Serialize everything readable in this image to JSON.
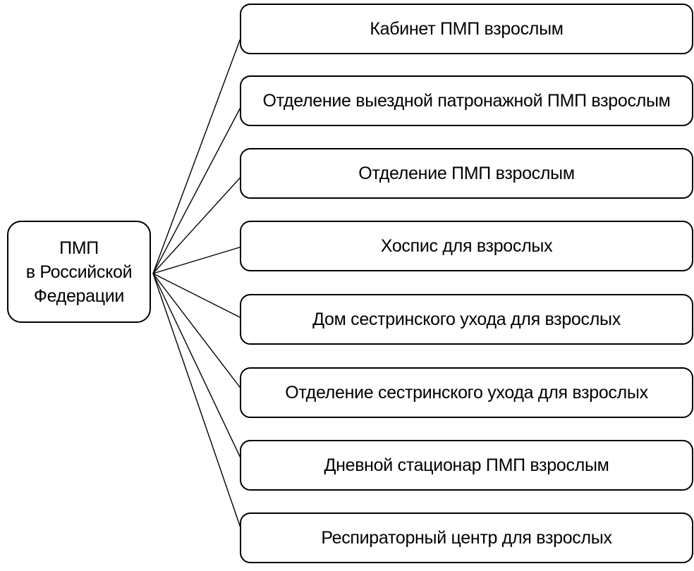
{
  "colors": {
    "background": "#ffffff",
    "box_fill": "#ffffff",
    "box_border": "#000000",
    "connector": "#000000",
    "text": "#000000"
  },
  "diagram": {
    "root": {
      "lines": [
        "ПМП",
        "в Российской",
        "Федерации"
      ]
    },
    "branches": [
      {
        "label": "Кабинет ПМП взрослым"
      },
      {
        "label": "Отделение выездной патронажной ПМП взрослым"
      },
      {
        "label": "Отделение ПМП взрослым"
      },
      {
        "label": "Хоспис для взрослых"
      },
      {
        "label": "Дом сестринского ухода для взрослых"
      },
      {
        "label": "Отделение сестринского ухода для взрослых"
      },
      {
        "label": "Дневной стационар ПМП взрослым"
      },
      {
        "label": "Респираторный центр для взрослых"
      }
    ]
  }
}
